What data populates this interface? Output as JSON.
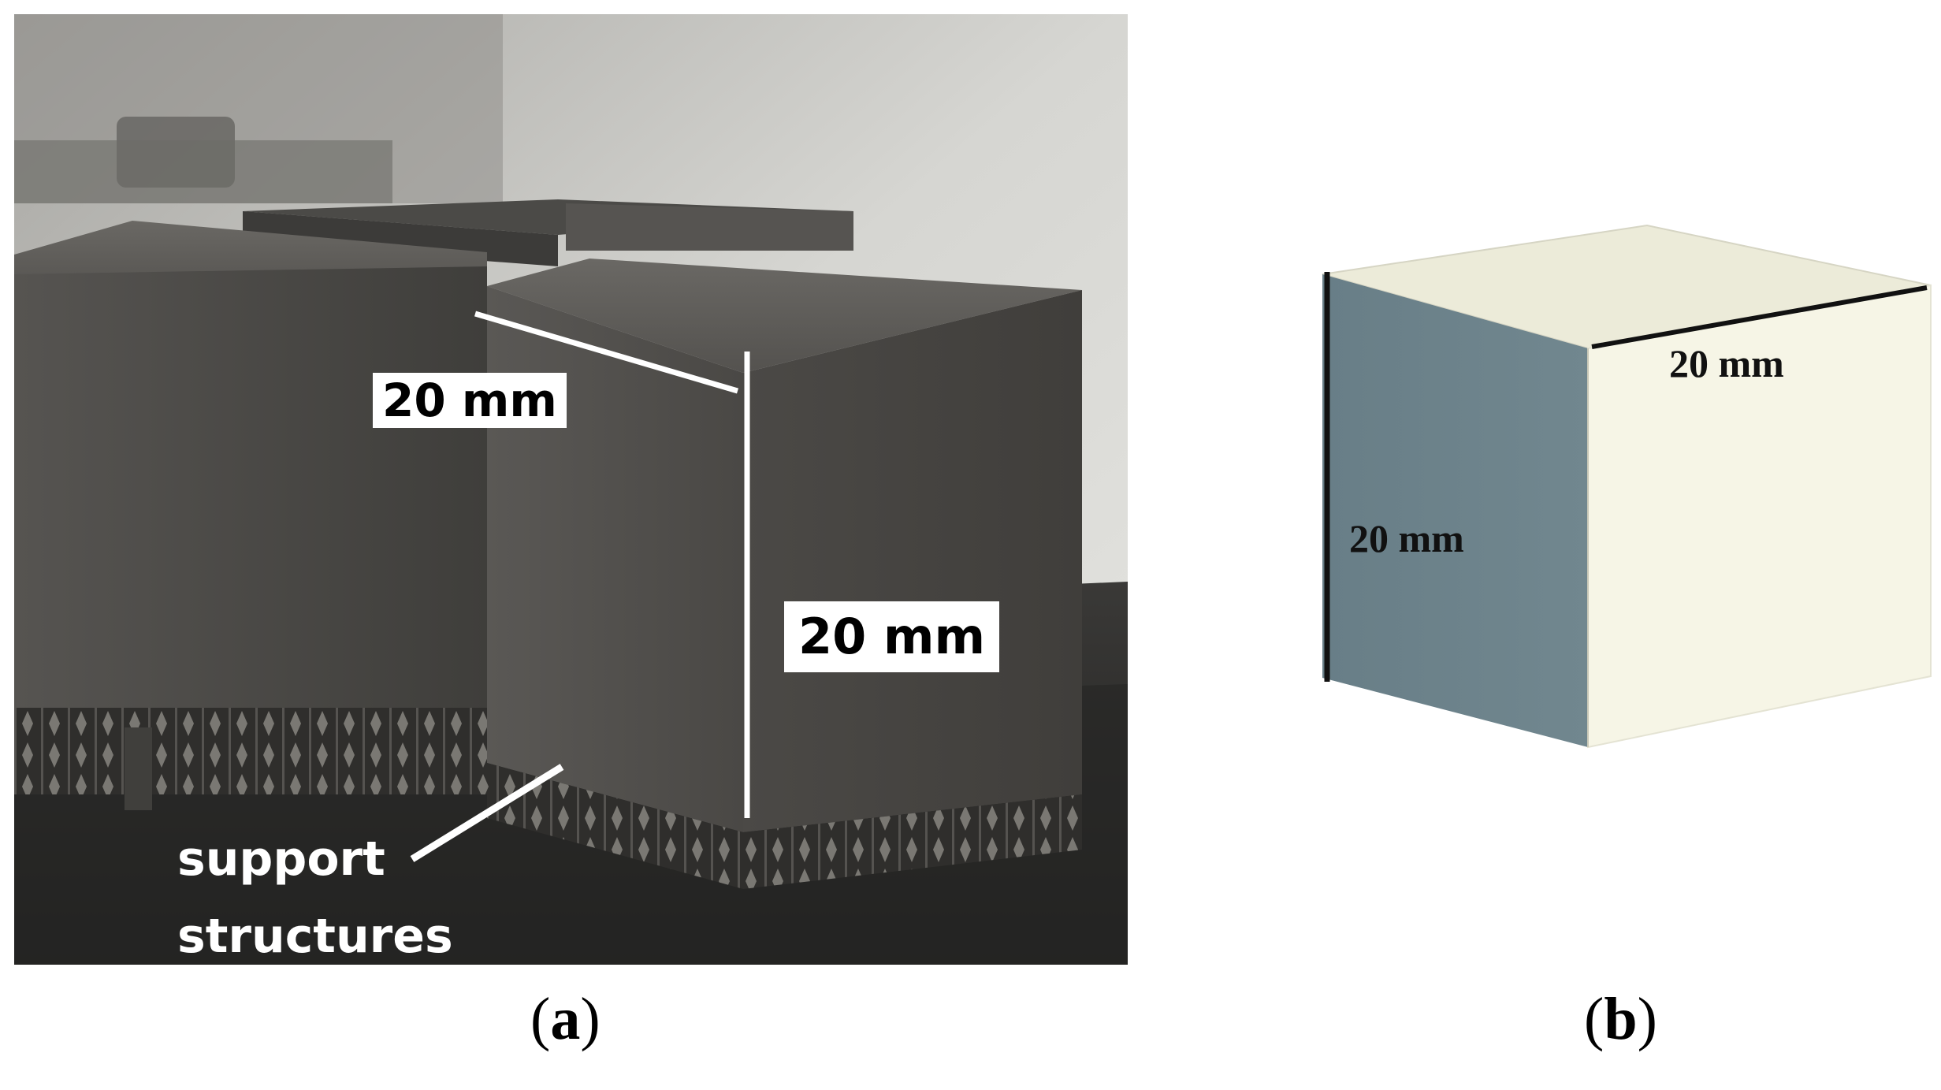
{
  "panel_a": {
    "caption_open": "(",
    "caption_letter": "a",
    "caption_close": ")",
    "label_top_edge": "20 mm",
    "label_vertical_edge": "20 mm",
    "support_line1": "support",
    "support_line2": "structures"
  },
  "panel_b": {
    "caption_open": "(",
    "caption_letter": "b",
    "caption_close": ")",
    "label_top_edge": "20 mm",
    "label_vertical_edge": "20 mm"
  },
  "colors": {
    "photo_background": "#b9b9b5",
    "cube_metal": "#4d4b48",
    "drawing_left_face": "#6b8089",
    "drawing_right_face": "#f6f5e6",
    "drawing_top_face": "#ecebd9"
  }
}
